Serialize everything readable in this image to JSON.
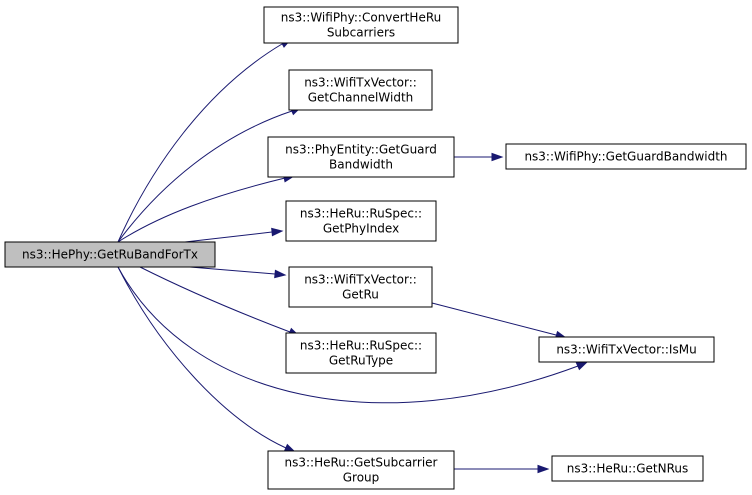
{
  "colors": {
    "edge": "#191970",
    "root_fill": "#bfbfbf",
    "node_fill": "#ffffff",
    "border": "#000000"
  },
  "nodes": [
    {
      "id": "root",
      "lines": [
        "ns3::HePhy::GetRuBandForTx"
      ],
      "root": true
    },
    {
      "id": "convert-he-ru-subcarriers",
      "lines": [
        "ns3::WifiPhy::ConvertHeRu",
        "Subcarriers"
      ]
    },
    {
      "id": "get-channel-width",
      "lines": [
        "ns3::WifiTxVector::",
        "GetChannelWidth"
      ]
    },
    {
      "id": "phy-entity-get-guard-bandwidth",
      "lines": [
        "ns3::PhyEntity::GetGuard",
        "Bandwidth"
      ]
    },
    {
      "id": "wifiphy-get-guard-bandwidth",
      "lines": [
        "ns3::WifiPhy::GetGuardBandwidth"
      ]
    },
    {
      "id": "get-phy-index",
      "lines": [
        "ns3::HeRu::RuSpec::",
        "GetPhyIndex"
      ]
    },
    {
      "id": "get-ru",
      "lines": [
        "ns3::WifiTxVector::",
        "GetRu"
      ]
    },
    {
      "id": "is-mu",
      "lines": [
        "ns3::WifiTxVector::IsMu"
      ]
    },
    {
      "id": "get-ru-type",
      "lines": [
        "ns3::HeRu::RuSpec::",
        "GetRuType"
      ]
    },
    {
      "id": "get-subcarrier-group",
      "lines": [
        "ns3::HeRu::GetSubcarrier",
        "Group"
      ]
    },
    {
      "id": "get-nrus",
      "lines": [
        "ns3::HeRu::GetNRus"
      ]
    }
  ],
  "edges": [
    {
      "from": "root",
      "to": "convert-he-ru-subcarriers"
    },
    {
      "from": "root",
      "to": "get-channel-width"
    },
    {
      "from": "root",
      "to": "phy-entity-get-guard-bandwidth"
    },
    {
      "from": "root",
      "to": "get-phy-index"
    },
    {
      "from": "root",
      "to": "get-ru"
    },
    {
      "from": "root",
      "to": "get-ru-type"
    },
    {
      "from": "root",
      "to": "is-mu"
    },
    {
      "from": "root",
      "to": "get-subcarrier-group"
    },
    {
      "from": "phy-entity-get-guard-bandwidth",
      "to": "wifiphy-get-guard-bandwidth"
    },
    {
      "from": "get-ru",
      "to": "is-mu"
    },
    {
      "from": "get-subcarrier-group",
      "to": "get-nrus"
    }
  ]
}
